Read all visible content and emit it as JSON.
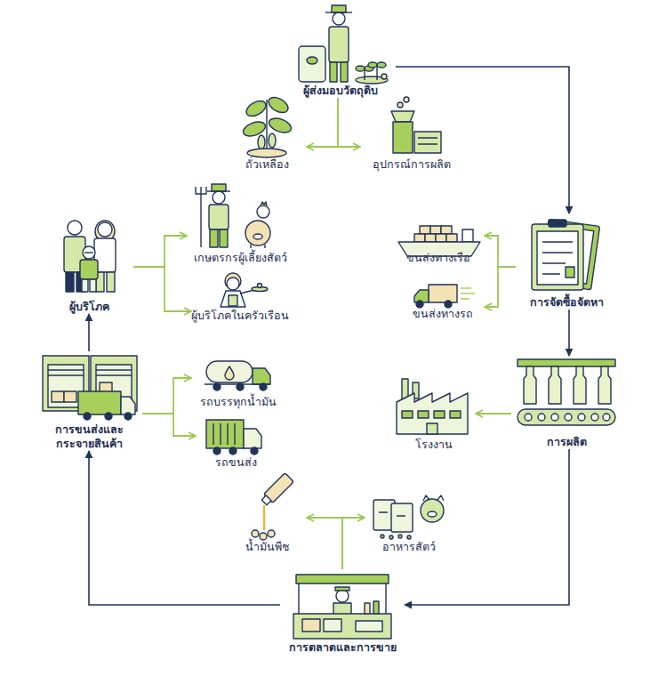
{
  "diagram": {
    "nodes": [
      {
        "text": [
          "ผู้ส่งมอบวัตถุดิบ"
        ]
      },
      {
        "text": [
          "ถั่วเหลือง"
        ]
      },
      {
        "text": [
          "อุปกรณ์การผลิต"
        ]
      },
      {
        "text": [
          "การจัดซื้อจัดหา"
        ]
      },
      {
        "text": [
          "ขนส่งทางเรือ"
        ]
      },
      {
        "text": [
          "ขนส่งทางรถ"
        ]
      },
      {
        "text": [
          "การผลิต"
        ]
      },
      {
        "text": [
          "โรงงาน"
        ]
      },
      {
        "text": [
          "การตลาดและการขาย"
        ]
      },
      {
        "text": [
          "น้ำมันพืช"
        ]
      },
      {
        "text": [
          "อาหารสัตว์"
        ]
      },
      {
        "text": [
          "การขนส่งและ กระจายสินค้า"
        ]
      },
      {
        "text": [
          "รถบรรทุกน้ำมัน"
        ]
      },
      {
        "text": [
          "รถขนส่ง"
        ]
      },
      {
        "text": [
          "ผู้บริโภค"
        ]
      },
      {
        "text": [
          "เกษตรกรผู้เลี้ยงสัตว์"
        ]
      },
      {
        "text": [
          "ผู้บริโภคในครัวเรือน"
        ]
      }
    ],
    "edges": [
      {
        "from": 0,
        "to": 3,
        "arrow": "to"
      },
      {
        "from": 3,
        "to": 6,
        "arrow": "to"
      },
      {
        "from": 6,
        "to": 8,
        "arrow": "to"
      },
      {
        "from": 8,
        "to": 11,
        "arrow": "to"
      },
      {
        "from": 11,
        "to": 14,
        "arrow": "to"
      },
      {
        "from": 0,
        "to": 1,
        "arrow": "to"
      },
      {
        "from": 0,
        "to": 2,
        "arrow": "to"
      },
      {
        "from": 3,
        "to": 4,
        "arrow": "to"
      },
      {
        "from": 3,
        "to": 5,
        "arrow": "to"
      },
      {
        "from": 6,
        "to": 7,
        "arrow": "to"
      },
      {
        "from": 8,
        "to": 9,
        "arrow": "to"
      },
      {
        "from": 8,
        "to": 10,
        "arrow": "to"
      },
      {
        "from": 11,
        "to": 12,
        "arrow": "to"
      },
      {
        "from": 11,
        "to": 13,
        "arrow": "to"
      },
      {
        "from": 14,
        "to": 15,
        "arrow": "to"
      },
      {
        "from": 14,
        "to": 16,
        "arrow": "to"
      }
    ]
  }
}
